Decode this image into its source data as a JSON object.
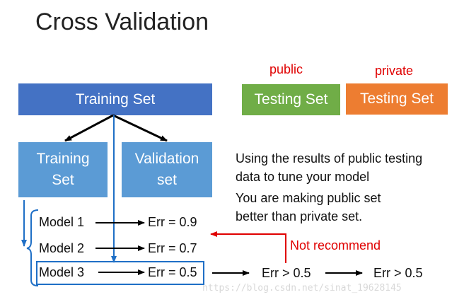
{
  "title": "Cross Validation",
  "boxes": {
    "training_set": "Training Set",
    "training_sub": "Training\nSet",
    "validation": "Validation\nset",
    "public_testing": "Testing Set",
    "private_testing": "Testing Set"
  },
  "labels": {
    "public": "public",
    "private": "private",
    "not_recommend": "Not recommend"
  },
  "models": [
    {
      "name": "Model 1",
      "err": "Err = 0.9"
    },
    {
      "name": "Model 2",
      "err": "Err = 0.7"
    },
    {
      "name": "Model 3",
      "err": "Err = 0.5"
    }
  ],
  "chain": [
    "Err > 0.5",
    "Err > 0.5"
  ],
  "notes": {
    "line1": "Using the results of public testing",
    "line2": "data to tune your model",
    "line3": "You are making public set",
    "line4": "better than private set."
  },
  "watermark": "https://blog.csdn.net/sinat_19628145",
  "colors": {
    "dark_blue": "#4472c4",
    "light_blue": "#5b9bd5",
    "green": "#70ad47",
    "orange": "#ed7d31",
    "red": "#e00000",
    "arrow_blue": "#1f6fc6"
  }
}
